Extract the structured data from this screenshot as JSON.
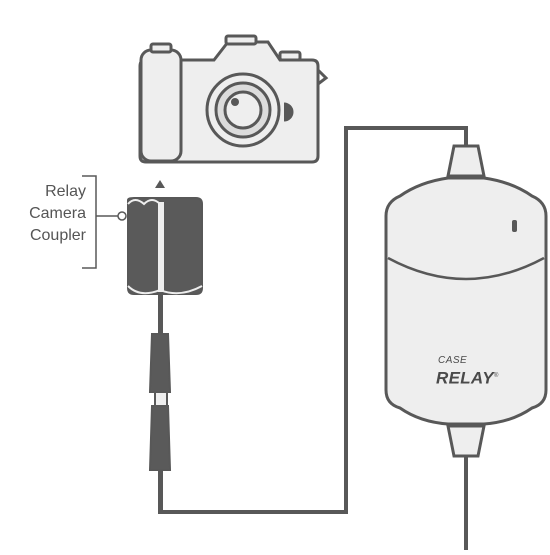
{
  "callout": {
    "label_lines": [
      "Relay",
      "Camera",
      "Coupler"
    ]
  },
  "brand": {
    "line1": "CASE",
    "line2": "RELAY",
    "mark": "®"
  },
  "colors": {
    "stroke": "#585858",
    "fill_light": "#eeeeee",
    "fill_dark": "#5a5a5a",
    "background": "#ffffff"
  },
  "icons": {
    "camera": "camera-icon",
    "coupler": "coupler-icon",
    "battery_pack": "battery-pack-icon",
    "arrow": "arrow-up-icon"
  }
}
